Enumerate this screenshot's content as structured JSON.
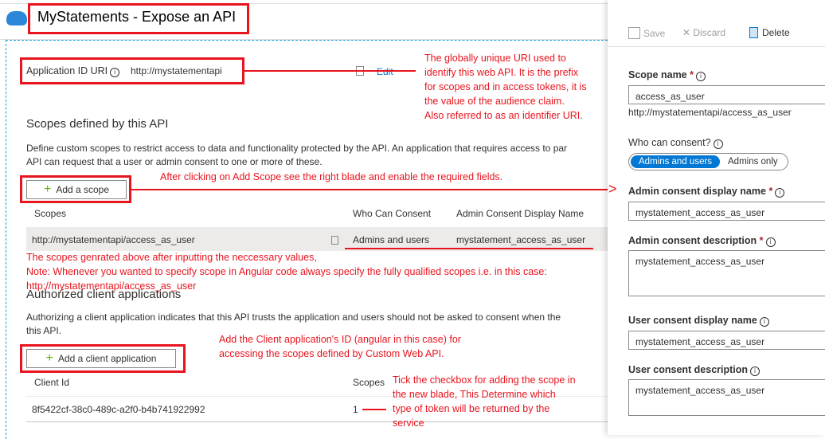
{
  "header": {
    "title": "MyStatements - Expose an API"
  },
  "app_id": {
    "label": "Application ID URI",
    "value": "http://mystatementapi",
    "edit": "Edit"
  },
  "scopes_section": {
    "heading": "Scopes defined by this API",
    "desc1": "Define custom scopes to restrict access to data and functionality protected by the API. An application that requires access to par",
    "desc2": "API can request that a user or admin consent to one or more of these.",
    "add_button": "Add a scope",
    "columns": [
      "Scopes",
      "Who Can Consent",
      "Admin Consent Display Name"
    ],
    "rows": [
      {
        "scope": "http://mystatementapi/access_as_user",
        "consent": "Admins and users",
        "display": "mystatement_access_as_user"
      }
    ]
  },
  "clients_section": {
    "heading": "Authorized client applications",
    "desc1": "Authorizing a client application indicates that this API trusts the application and users should not be asked to consent when the",
    "desc2": "this API.",
    "add_button": "Add a client application",
    "columns": [
      "Client Id",
      "Scopes"
    ],
    "rows": [
      {
        "client_id": "8f5422cf-38c0-489c-a2f0-b4b741922992",
        "scopes": "1"
      }
    ]
  },
  "annotations": {
    "uri": [
      "The globally unique URI used to",
      "identify this web API. It is the prefix",
      "for scopes and in access tokens, it is",
      "the value of the audience claim.",
      "Also referred to as an identifier URI."
    ],
    "add_scope": "After clicking on Add Scope see the right blade and enable the required fields.",
    "scopes_generated": [
      "The scopes genrated above after inputting the neccessary values,",
      "Note: Whenever you wanted to specify scope in Angular code always specify the fully qualified scopes i.e. in this case:",
      "http://mystatementapi/access_as_user"
    ],
    "client": [
      "Add the Client application's ID (angular in this case) for",
      "accessing the scopes defined by Custom Web API."
    ],
    "tick": [
      "Tick the checkbox for adding the scope in",
      "the new blade, This Determine which",
      "type of token will be returned by the",
      "service"
    ]
  },
  "blade": {
    "toolbar": {
      "save": "Save",
      "discard": "Discard",
      "delete": "Delete"
    },
    "scope_name": {
      "label": "Scope name",
      "value": "access_as_user",
      "full": "http://mystatementapi/access_as_user"
    },
    "who_can_consent": {
      "label": "Who can consent?",
      "options": [
        "Admins and users",
        "Admins only"
      ],
      "selected": "Admins and users"
    },
    "admin_display": {
      "label": "Admin consent display name",
      "value": "mystatement_access_as_user"
    },
    "admin_desc": {
      "label": "Admin consent description",
      "value": "mystatement_access_as_user"
    },
    "user_display": {
      "label": "User consent display name",
      "value": "mystatement_access_as_user"
    },
    "user_desc": {
      "label": "User consent description",
      "value": "mystatement_access_as_user"
    }
  }
}
